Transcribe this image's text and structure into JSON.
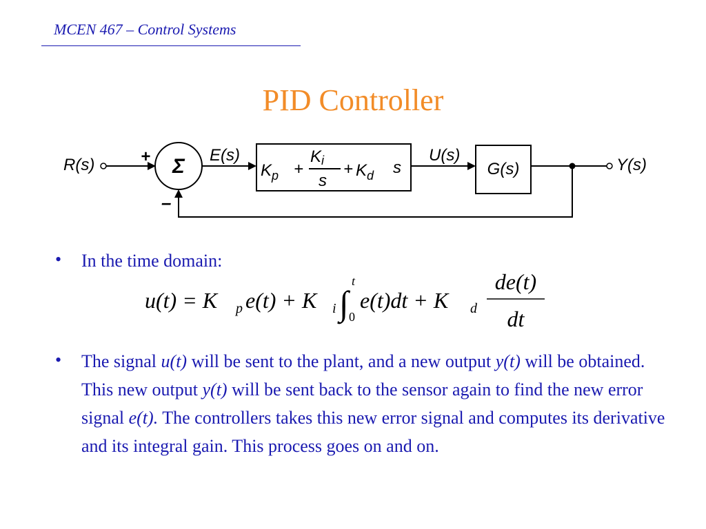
{
  "header": {
    "course": "MCEN 467 – Control Systems"
  },
  "slide": {
    "title": "PID Controller"
  },
  "diagram": {
    "input_label": "R(s)",
    "plus": "+",
    "minus": "–",
    "sum_symbol": "Σ",
    "error_label": "E(s)",
    "controller": {
      "kp": "K",
      "kp_sub": "p",
      "plus1": "+",
      "ki": "K",
      "ki_sub": "i",
      "s_den": "s",
      "plus2": "+",
      "kd": "K",
      "kd_sub": "d",
      "s_mul": "s"
    },
    "control_label": "U(s)",
    "plant_label": "G(s)",
    "output_label": "Y(s)"
  },
  "bullets": [
    {
      "marker": "•",
      "text": "In the time domain:"
    },
    {
      "marker": "•",
      "segments": [
        "The signal ",
        "u(t)",
        " will be sent to the plant, and a new output ",
        "y(t)",
        " will be obtained. This new output ",
        "y(t)",
        " will be sent back to the sensor again to find the new error signal ",
        "e(t).",
        " The controllers takes this new error signal and computes its derivative and its integral gain. This process goes on and on."
      ]
    }
  ],
  "formula": {
    "lhs": "u(t) = K",
    "p": "p",
    "mid1": "e(t) + K",
    "i": "i",
    "int": "∫",
    "upper": "t",
    "lower": "0",
    "mid2": "e(t)dt + K",
    "d": "d",
    "num": "de(t)",
    "den": "dt"
  }
}
